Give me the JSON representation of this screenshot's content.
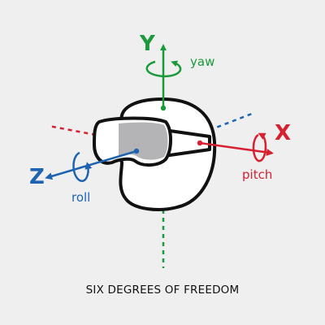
{
  "caption": "SIX DEGREES OF FREEDOM",
  "axes": {
    "y": {
      "letter": "Y",
      "rotation": "yaw",
      "color": "#1a9a3a"
    },
    "x": {
      "letter": "X",
      "rotation": "pitch",
      "color": "#d6202f"
    },
    "z": {
      "letter": "Z",
      "rotation": "roll",
      "color": "#1e63b0"
    }
  },
  "icons": {
    "head": "head-icon",
    "headset": "vr-headset-icon"
  }
}
